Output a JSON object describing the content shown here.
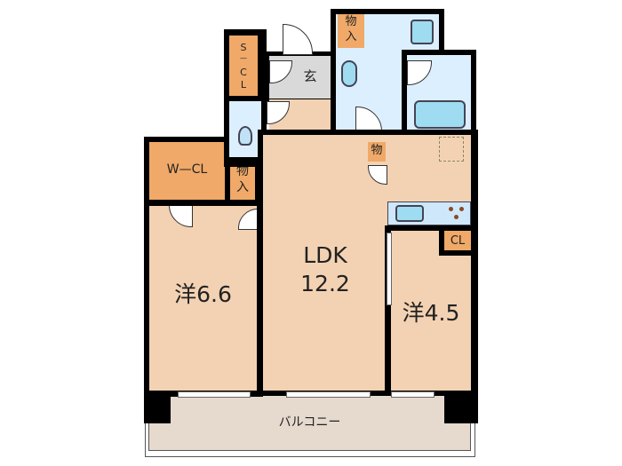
{
  "floorplan": {
    "rooms": [
      {
        "id": "western-6-6",
        "label": "洋6.6",
        "type": "Western room",
        "size_jo": 6.6
      },
      {
        "id": "ldk",
        "label_line1": "LDK",
        "label_line2": "12.2",
        "type": "Living Dining Kitchen",
        "size_jo": 12.2
      },
      {
        "id": "western-4-5",
        "label": "洋4.5",
        "type": "Western room",
        "size_jo": 4.5
      },
      {
        "id": "entrance",
        "label": "玄",
        "type": "Entrance"
      },
      {
        "id": "shoe-closet",
        "label": "S\n—\nC\nL",
        "label_lines": [
          "S",
          "—",
          "C",
          "L"
        ],
        "type": "Shoe closet"
      },
      {
        "id": "walk-in-closet",
        "label": "W—CL",
        "type": "Walk-in closet"
      },
      {
        "id": "storage-1",
        "label_lines": [
          "物",
          "入"
        ],
        "type": "Storage"
      },
      {
        "id": "storage-2",
        "label_lines": [
          "物",
          "入"
        ],
        "type": "Storage"
      },
      {
        "id": "storage-3",
        "label": "物",
        "type": "Storage"
      },
      {
        "id": "closet",
        "label": "CL",
        "type": "Closet"
      },
      {
        "id": "balcony",
        "label": "バルコニー",
        "type": "Balcony"
      }
    ],
    "colors": {
      "wall": "#000000",
      "room_floor": "#f3d2b3",
      "wet_area": "#dcefff",
      "storage": "#f0a968",
      "entrance": "#d9d9d9",
      "balcony": "#e6d9ce",
      "fixture": "#9fdcf2"
    }
  }
}
